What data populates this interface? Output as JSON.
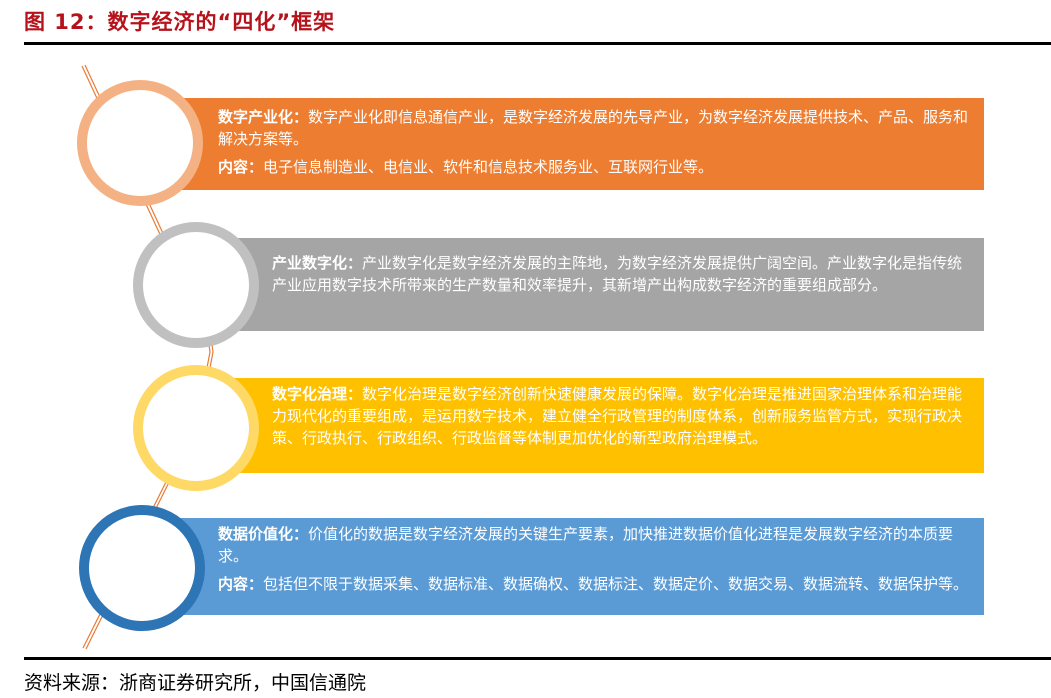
{
  "figure": {
    "title": "图 12：数字经济的“四化”框架",
    "source": "资料来源：浙商证券研究所，中国信通院"
  },
  "colors": {
    "title_red": "#b5121b",
    "connector": "#e87b35",
    "item1_box": "#ed7d31",
    "item1_ring": "#f4b183",
    "item2_box": "#a5a5a5",
    "item2_ring": "#c0c0c0",
    "item3_box": "#ffc000",
    "item3_ring": "#ffd966",
    "item4_box": "#5b9bd5",
    "item4_ring": "#2e75b6"
  },
  "items": [
    {
      "label": "数字产业化：",
      "text": "数字产业化即信息通信产业，是数字经济发展的先导产业，为数字经济发展提供技术、产品、服务和解决方案等。",
      "content_label": "内容：",
      "content_text": "电子信息制造业、电信业、软件和信息技术服务业、互联网行业等。"
    },
    {
      "label": "产业数字化：",
      "text": "产业数字化是数字经济发展的主阵地，为数字经济发展提供广阔空间。产业数字化是指传统产业应用数字技术所带来的生产数量和效率提升，其新增产出构成数字经济的重要组成部分。"
    },
    {
      "label": "数字化治理：",
      "text": "数字化治理是数字经济创新快速健康发展的保障。数字化治理是推进国家治理体系和治理能力现代化的重要组成，是运用数字技术，建立健全行政管理的制度体系，创新服务监管方式，实现行政决策、行政执行、行政组织、行政监督等体制更加优化的新型政府治理模式。"
    },
    {
      "label": "数据价值化：",
      "text": "价值化的数据是数字经济发展的关键生产要素，加快推进数据价值化进程是发展数字经济的本质要求。",
      "content_label": "内容：",
      "content_text": "包括但不限于数据采集、数据标准、数据确权、数据标注、数据定价、数据交易、数据流转、数据保护等。"
    }
  ]
}
